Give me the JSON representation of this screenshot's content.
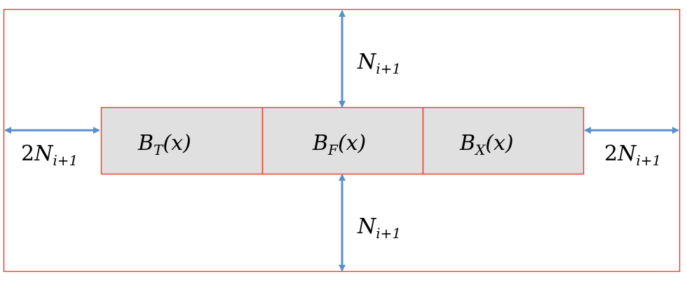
{
  "diagram": {
    "colors": {
      "outer_border": "#e8432f",
      "box_border": "#e8432f",
      "box_fill": "#e0e0e0",
      "arrow": "#5b8fc9",
      "text": "#000000"
    },
    "boxes": [
      {
        "main": "B",
        "sub": "T",
        "arg": "(x)"
      },
      {
        "main": "B",
        "sub": "F",
        "arg": "(x)"
      },
      {
        "main": "B",
        "sub": "X",
        "arg": "(x)"
      }
    ],
    "labels": {
      "top": {
        "coef": "",
        "main": "N",
        "sub": "i+1"
      },
      "bottom": {
        "coef": "",
        "main": "N",
        "sub": "i+1"
      },
      "left": {
        "coef": "2",
        "main": "N",
        "sub": "i+1"
      },
      "right": {
        "coef": "2",
        "main": "N",
        "sub": "i+1"
      }
    }
  }
}
